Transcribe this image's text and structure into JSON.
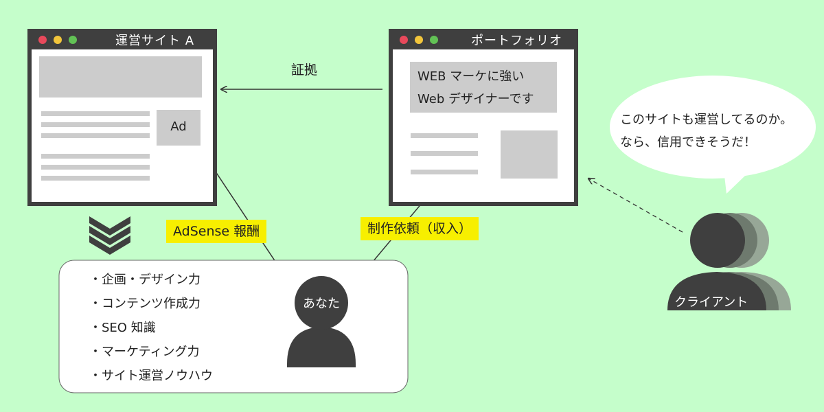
{
  "site_window": {
    "title": "運営サイト A",
    "ad_label": "Ad"
  },
  "portfolio_window": {
    "title": "ポートフォリオ",
    "headline_line1": "WEB マーケに強い",
    "headline_line2": "Web デザイナーです"
  },
  "evidence_label": "証拠",
  "adsense_label": "AdSense 報酬",
  "request_label": "制作依頼（収入）",
  "skills": [
    "・企画・デザイン力",
    "・コンテンツ作成力",
    "・SEO 知識",
    "・マーケティング力",
    "・サイト運営ノウハウ"
  ],
  "you_label": "あなた",
  "client_label": "クライアント",
  "speech": {
    "line1": "このサイトも運営してるのか。",
    "line2": "なら、信用できそうだ！"
  },
  "colors": {
    "background": "#c5fecb",
    "window_frame": "#3f3f3f",
    "placeholder": "#cccccc",
    "highlight": "#f7ef00",
    "dot_red": "#e8495b",
    "dot_yellow": "#f2c53b",
    "dot_green": "#62c255"
  }
}
